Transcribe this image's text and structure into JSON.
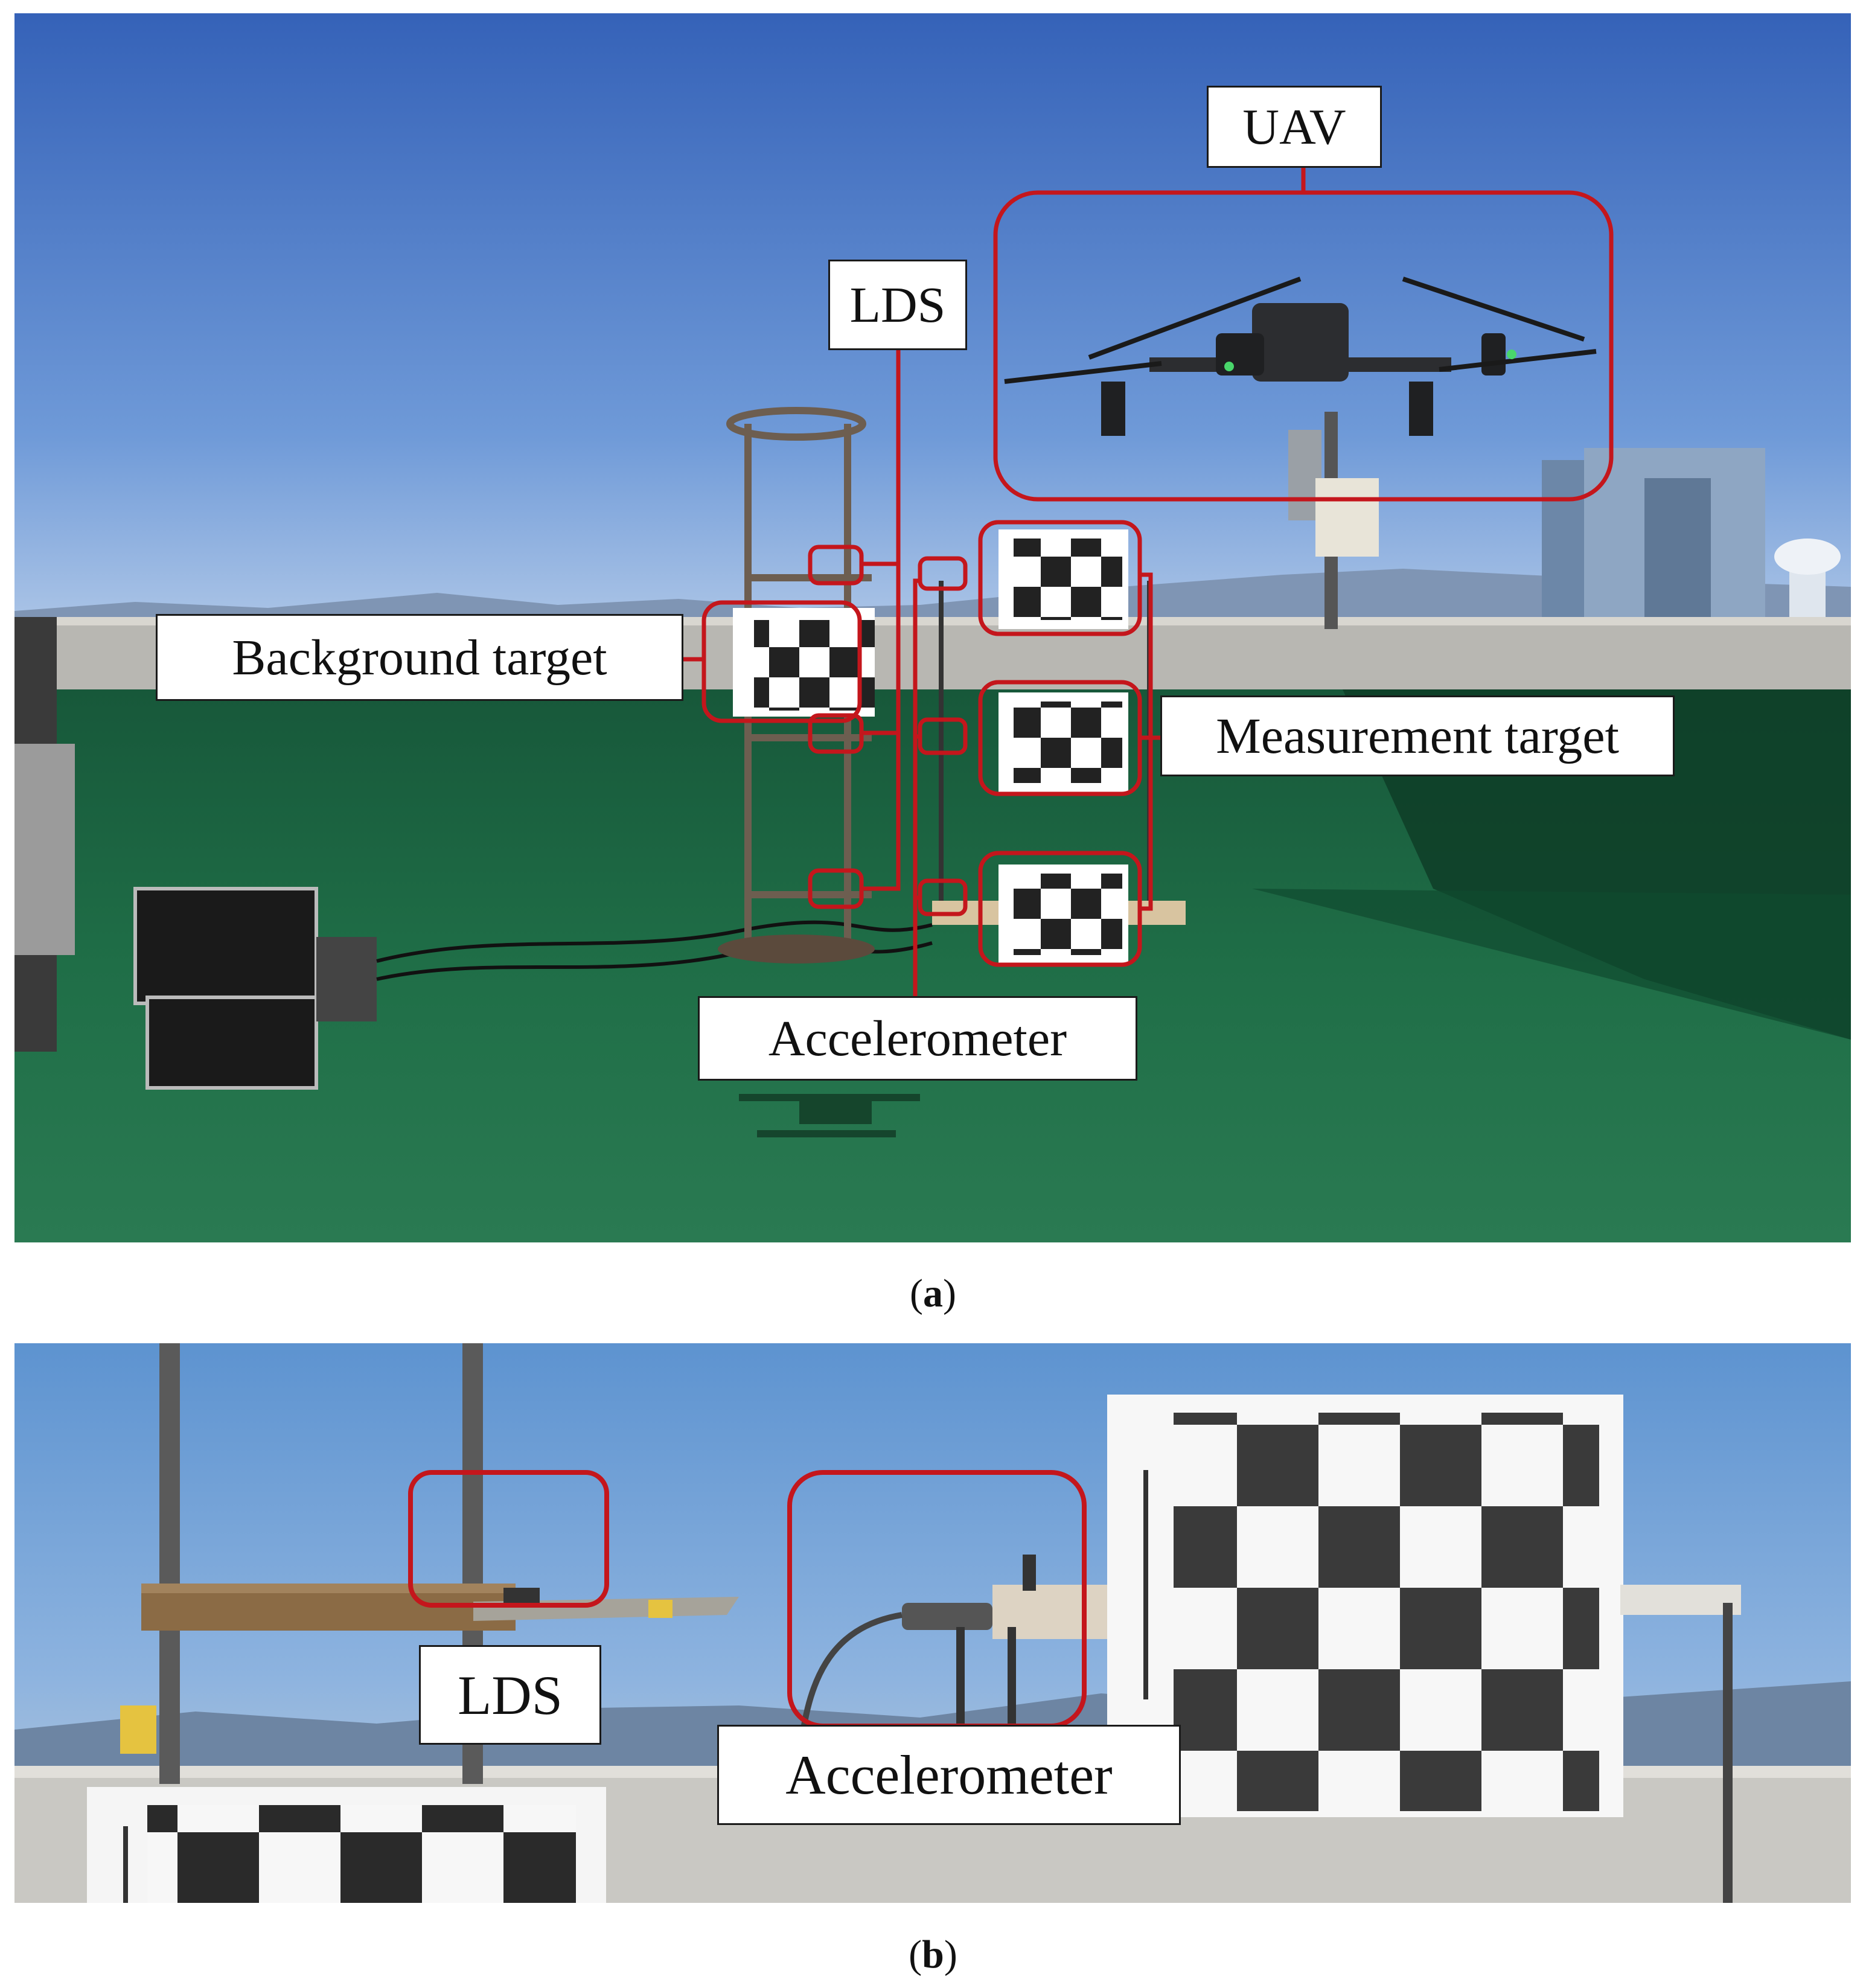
{
  "panel_a": {
    "labels": {
      "uav": "UAV",
      "lds": "LDS",
      "background_target": "Background target",
      "measurement_target": "Measurement target",
      "accelerometer": "Accelerometer"
    },
    "caption": "a",
    "colors": {
      "sky_top": "#3d6fc0",
      "sky_bottom": "#8fb2e0",
      "floor": "#1f6b45",
      "callout": "#c4161c"
    }
  },
  "panel_b": {
    "labels": {
      "lds": "LDS",
      "accelerometer": "Accelerometer"
    },
    "caption": "b",
    "colors": {
      "sky_top": "#5f95d2",
      "sky_bottom": "#a9c4e0",
      "callout": "#c4161c"
    }
  }
}
